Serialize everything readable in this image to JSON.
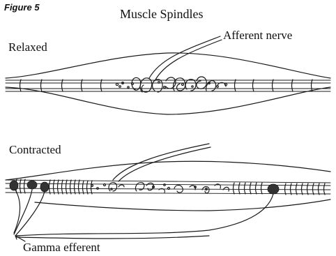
{
  "figure": {
    "number": "Figure 5",
    "title": "Muscle Spindles"
  },
  "labels": {
    "afferent": "Afferent nerve",
    "relaxed": "Relaxed",
    "contracted": "Contracted",
    "gamma": "Gamma efferent"
  }
}
